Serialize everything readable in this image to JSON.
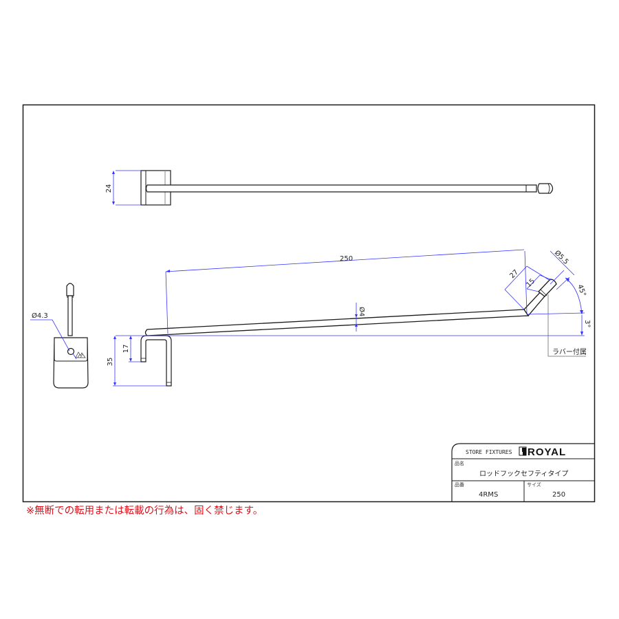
{
  "drawing": {
    "colors": {
      "outline": "#1a1a1a",
      "dimension": "#3333ff",
      "leader": "#666666",
      "notice": "#e0101a"
    },
    "top_view": {
      "dim_height": "24"
    },
    "side_view": {
      "dim_length": "250",
      "dim_rod_diameter": "Ø4",
      "dim_tip_length": "27",
      "dim_rubber_length": "15",
      "dim_tip_diameter": "Ø5.5",
      "dim_tip_angle": "45°",
      "dim_rod_angle": "3°",
      "dim_hook_inner": "17",
      "dim_hook_total": "35",
      "rubber_note": "ラバー付属"
    },
    "front_view": {
      "dim_hole_diameter": "Ø4.3"
    },
    "title_block": {
      "header": "STORE FIXTURES",
      "brand": "ROYAL",
      "name_label": "品名",
      "name_value": "ロッドフックセフティタイプ",
      "code_label": "品番",
      "code_value": "4RMS",
      "size_label": "サイズ",
      "size_value": "250"
    },
    "notice": "※無断での転用または転載の行為は、固く禁じます。"
  }
}
